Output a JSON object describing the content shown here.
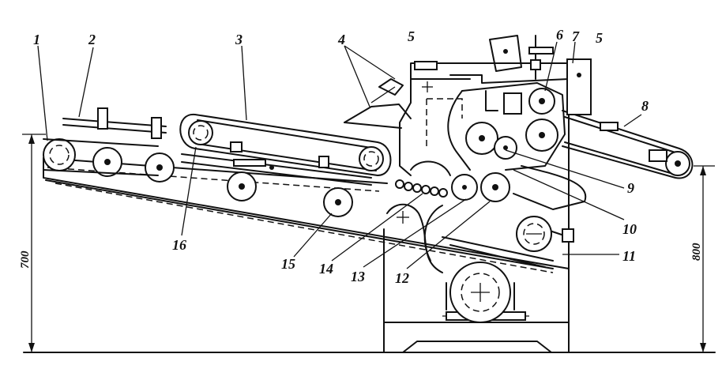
{
  "callouts": [
    {
      "id": "c1",
      "label": "1"
    },
    {
      "id": "c2",
      "label": "2"
    },
    {
      "id": "c3",
      "label": "3"
    },
    {
      "id": "c4",
      "label": "4"
    },
    {
      "id": "c5a",
      "label": "5"
    },
    {
      "id": "c6",
      "label": "6"
    },
    {
      "id": "c7",
      "label": "7"
    },
    {
      "id": "c5b",
      "label": "5"
    },
    {
      "id": "c8",
      "label": "8"
    },
    {
      "id": "c9",
      "label": "9"
    },
    {
      "id": "c10",
      "label": "10"
    },
    {
      "id": "c11",
      "label": "11"
    },
    {
      "id": "c12",
      "label": "12"
    },
    {
      "id": "c13",
      "label": "13"
    },
    {
      "id": "c14",
      "label": "14"
    },
    {
      "id": "c15",
      "label": "15"
    },
    {
      "id": "c16",
      "label": "16"
    }
  ],
  "dimensions": {
    "left_height": "700",
    "right_height": "800"
  },
  "colors": {
    "ink": "#111111",
    "paper": "#ffffff"
  }
}
